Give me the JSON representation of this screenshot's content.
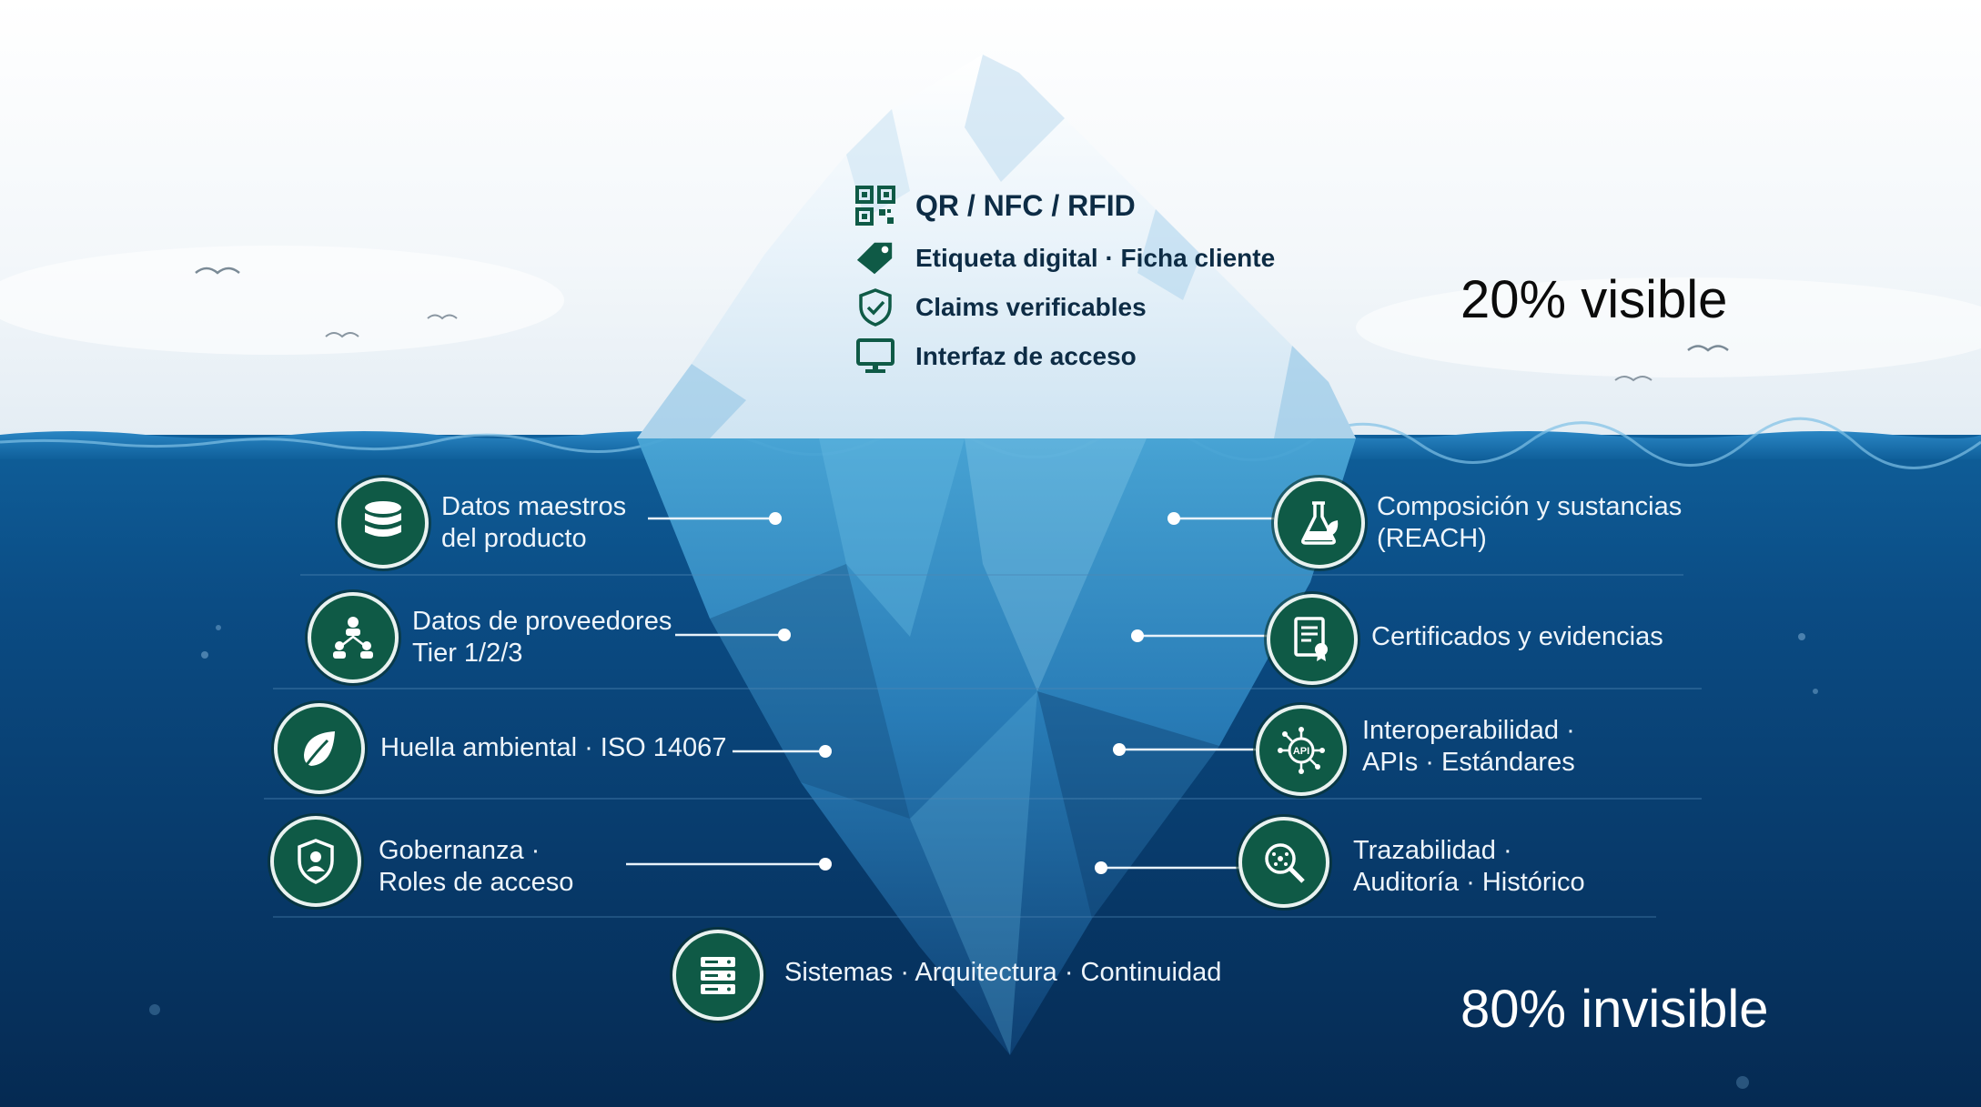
{
  "tip": {
    "items": [
      {
        "label": "QR / NFC / RFID",
        "icon": "qr-code-icon"
      },
      {
        "label": "Etiqueta digital · Ficha cliente",
        "icon": "tag-icon"
      },
      {
        "label": "Claims verificables",
        "icon": "shield-check-icon"
      },
      {
        "label": "Interfaz de acceso",
        "icon": "monitor-icon"
      }
    ]
  },
  "underwater": {
    "left": [
      {
        "line1": "Datos maestros",
        "line2": "del producto",
        "icon": "database-icon"
      },
      {
        "line1": "Datos de proveedores",
        "line2": "Tier 1/2/3",
        "icon": "org-chart-icon"
      },
      {
        "line1": "Huella ambiental · ISO 14067",
        "line2": "",
        "icon": "leaf-icon"
      },
      {
        "line1": "Gobernanza ·",
        "line2": "Roles de acceso",
        "icon": "user-shield-icon"
      }
    ],
    "right": [
      {
        "line1": "Composición y sustancias",
        "line2": "(REACH)",
        "icon": "flask-leaf-icon"
      },
      {
        "line1": "Certificados y evidencias",
        "line2": "",
        "icon": "certificate-icon"
      },
      {
        "line1": "Interoperabilidad ·",
        "line2": "APIs · Estándares",
        "icon": "api-icon"
      },
      {
        "line1": "Trazabilidad ·",
        "line2": "Auditoría · Histórico",
        "icon": "magnifier-icon"
      }
    ],
    "bottom": {
      "label": "Sistemas · Arquitectura · Continuidad",
      "icon": "server-icon"
    }
  },
  "stats": {
    "visible": "20% visible",
    "invisible": "80% invisible"
  },
  "colors": {
    "sky": "#f4f8fb",
    "ocean_top": "#0e5a93",
    "ocean_deep": "#062c55",
    "badge": "#0f5a46",
    "tip_text": "#0d2c45",
    "tip_icon": "#0f5a46"
  }
}
